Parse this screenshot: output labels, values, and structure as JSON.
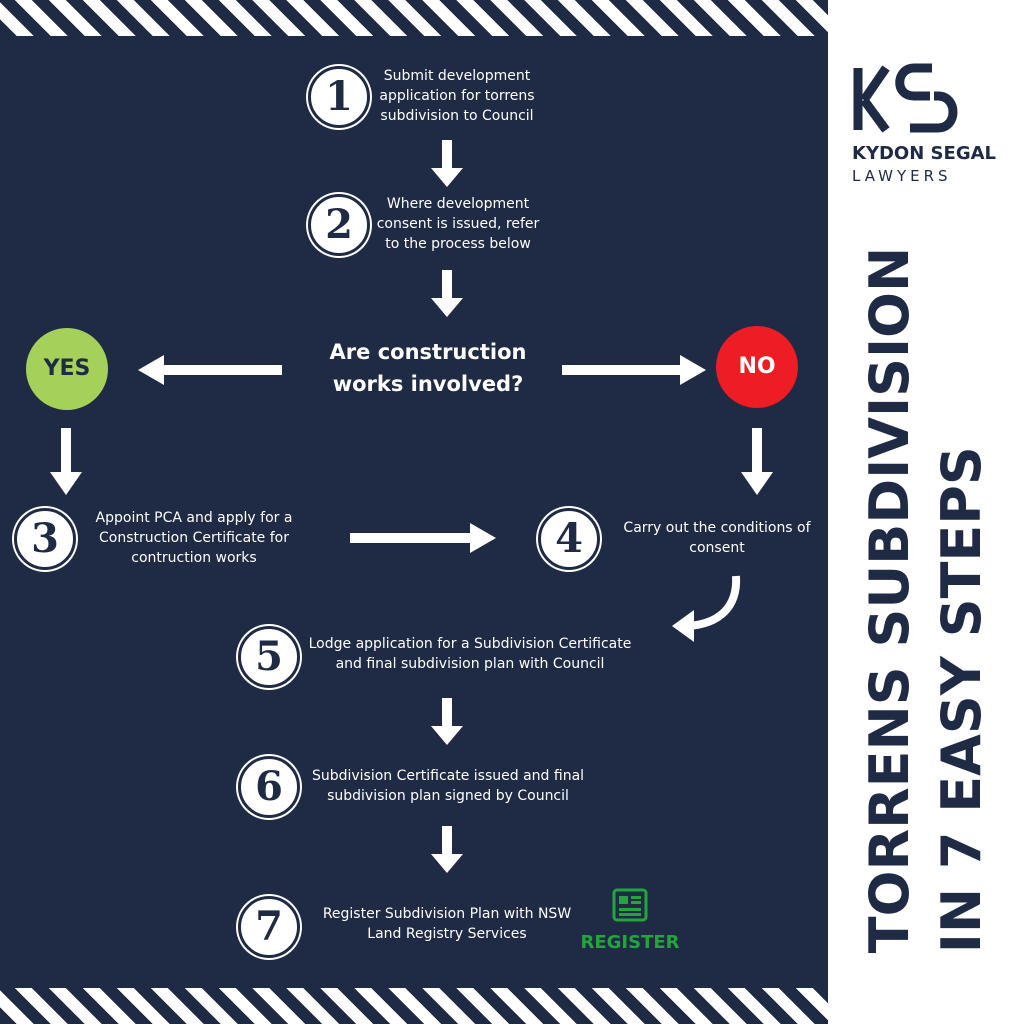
{
  "brand": {
    "logo_letters": "KS",
    "name": "KYDON SEGAL",
    "subtitle": "LAWYERS"
  },
  "title": {
    "line1": "TORRENS SUBDIVISION",
    "line2": "IN 7 EASY STEPS"
  },
  "steps": [
    {
      "number": "1",
      "text": "Submit development application for torrens subdivision to Council"
    },
    {
      "number": "2",
      "text": "Where development consent is issued, refer to the process below"
    },
    {
      "number": "3",
      "text": "Appoint PCA and apply for a Construction Certificate for contruction works"
    },
    {
      "number": "4",
      "text": "Carry out the conditions of consent"
    },
    {
      "number": "5",
      "text": "Lodge application for a Subdivision Certificate and final subdivision plan with Council"
    },
    {
      "number": "6",
      "text": "Subdivision Certificate issued and final subdivision plan signed by Council"
    },
    {
      "number": "7",
      "text": "Register Subdivision Plan with NSW Land Registry Services"
    }
  ],
  "decision": {
    "question": "Are construction works involved?",
    "yes": "YES",
    "no": "NO"
  },
  "register_label": "REGISTER",
  "colors": {
    "navy": "#1f2a44",
    "yes": "#a5d15a",
    "no": "#ee1c23",
    "register": "#22a53a"
  }
}
